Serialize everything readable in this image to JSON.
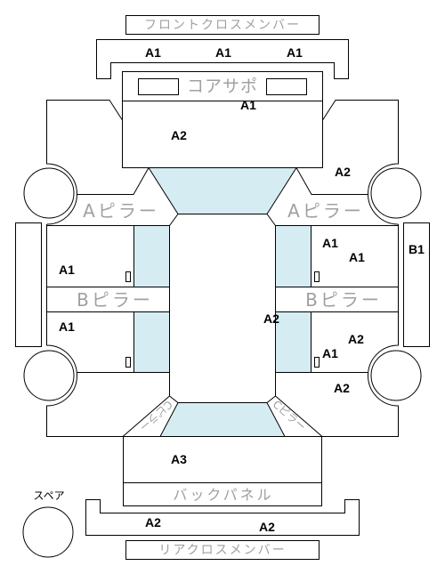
{
  "labels": {
    "front_cross_member": "フロントクロスメンバー",
    "core_support": "コアサポ",
    "a_pillar_left": "Aピラー",
    "a_pillar_right": "Aピラー",
    "b_pillar_left": "Bピラー",
    "b_pillar_right": "Bピラー",
    "c_pillar_left": "Cピラー",
    "c_pillar_right": "Cピラー",
    "back_panel": "バックパネル",
    "spare": "スペア",
    "rear_cross_member": "リアクロスメンバー"
  },
  "ratings": {
    "front_cross_member": [
      "A1",
      "A1",
      "A1"
    ],
    "core_support": "A1",
    "engine_bay": "A2",
    "right_front_fender": "A2",
    "right_front_door": [
      "A1",
      "A1"
    ],
    "right_side_member": "B1",
    "left_front_door": "A1",
    "roof": "A2",
    "left_rear_door": "A1",
    "right_rear_door": [
      "A2",
      "A1"
    ],
    "right_rear_quarter": "A2",
    "trunk": "A3",
    "rear_cross_member": [
      "A2",
      "A2"
    ]
  },
  "colors": {
    "line": "#000000",
    "label": "#a0a0a0",
    "glass": "#d6ecf3",
    "text": "#000000"
  }
}
